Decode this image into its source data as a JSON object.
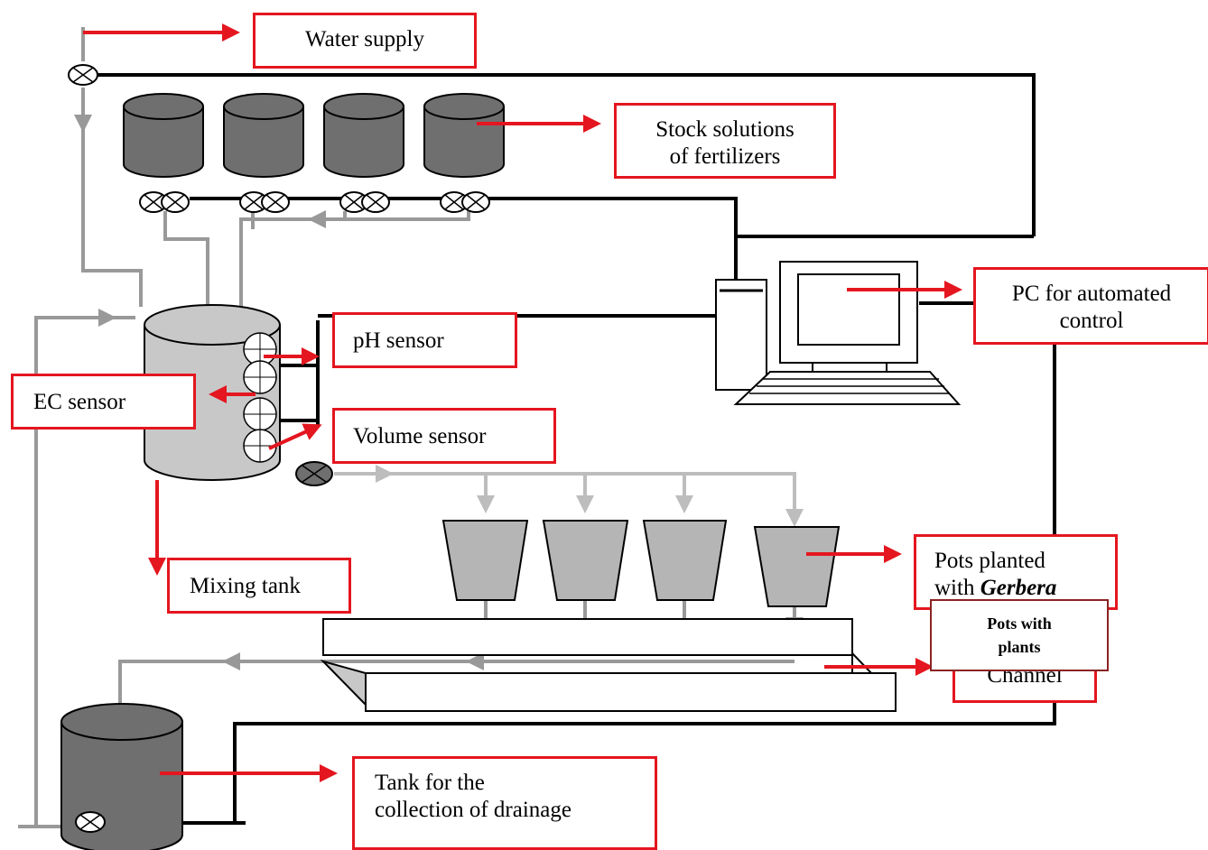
{
  "labels": {
    "water_supply": "Water supply",
    "stock_solutions": "Stock solutions\nof fertilizers",
    "pc_control": "PC for automated\ncontrol",
    "ph_sensor": "pH sensor",
    "ec_sensor": "EC sensor",
    "volume_sensor": "Volume sensor",
    "mixing_tank": "Mixing tank",
    "pots_gerbera_prefix": "Pots planted\nwith ",
    "pots_gerbera_emph": "Gerbera",
    "channel": "Channel",
    "drainage_tank": "Tank for the\ncollection of drainage"
  },
  "overlay_note": "Pots with\nplants",
  "colors": {
    "callout_red": "#e4161f",
    "note_border": "#8b2323",
    "pipe_gray": "#999999",
    "pipe_light": "#bdbdbd",
    "tank_dark": "#6f6f6f",
    "tank_light": "#c8c8c8",
    "wire_black": "#000000"
  }
}
